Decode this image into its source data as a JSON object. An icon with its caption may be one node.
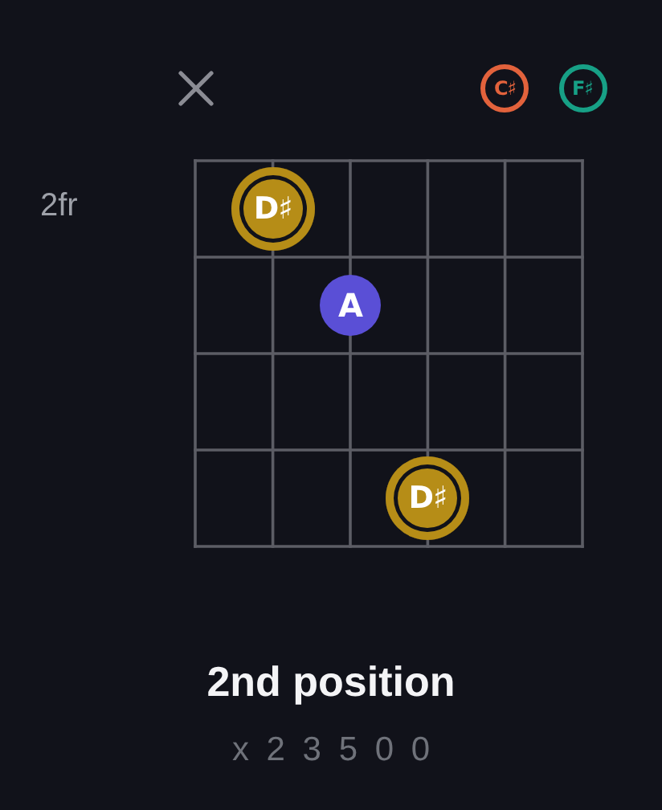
{
  "diagram": {
    "title": "2nd position",
    "nodes": [
      {
        "text": [
          "C♯"
        ]
      },
      {
        "text": [
          "F♯"
        ]
      },
      {
        "text": [
          "D♯"
        ]
      },
      {
        "text": [
          "A"
        ]
      },
      {
        "text": [
          "D♯"
        ]
      }
    ],
    "labels": [
      "2fr",
      "x 2 3 5 0 0"
    ]
  }
}
